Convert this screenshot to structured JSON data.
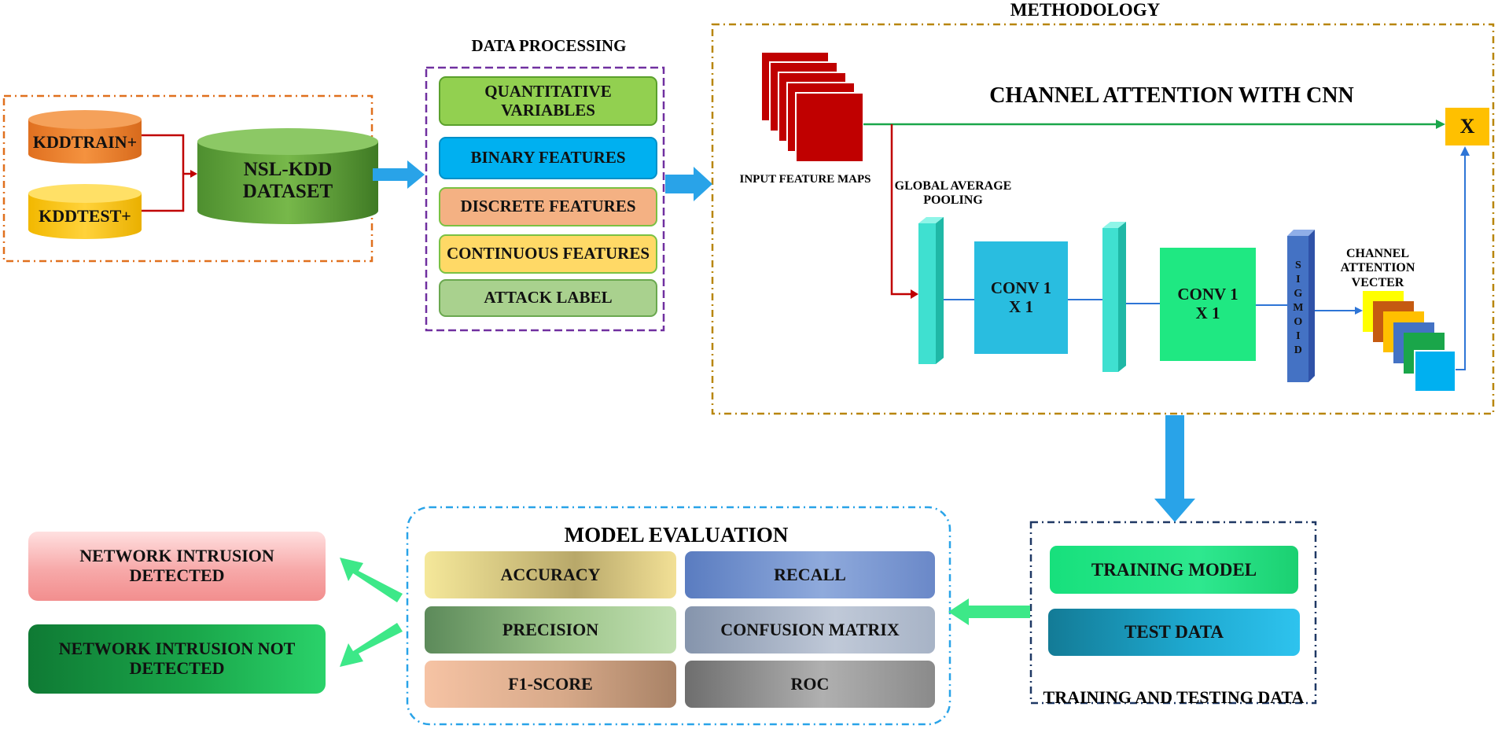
{
  "methodology_title": "METHODOLOGY",
  "dataset": {
    "train": "KDDTRAIN+",
    "test": "KDDTEST+",
    "nsl_kdd": "NSL-KDD DATASET"
  },
  "data_processing": {
    "title": "DATA PROCESSING",
    "items": [
      "QUANTITATIVE VARIABLES",
      "BINARY FEATURES",
      "DISCRETE FEATURES",
      "CONTINUOUS FEATURES",
      "ATTACK LABEL"
    ]
  },
  "attention": {
    "title": "CHANNEL ATTENTION WITH CNN",
    "input_maps": "INPUT FEATURE MAPS",
    "gap": "GLOBAL AVERAGE POOLING",
    "conv1": "CONV 1 X 1",
    "conv2": "CONV 1 X 1",
    "sigmoid": "SIGMOID",
    "vector": "CHANNEL ATTENTION VECTER",
    "multiply": "X"
  },
  "training": {
    "title": "TRAINING AND TESTING DATA",
    "model": "TRAINING MODEL",
    "test": "TEST DATA"
  },
  "evaluation": {
    "title": "MODEL EVALUATION",
    "metrics": [
      "ACCURACY",
      "RECALL",
      "PRECISION",
      "CONFUSION MATRIX",
      "F1-SCORE",
      "ROC"
    ]
  },
  "outcomes": {
    "detected": "NETWORK INTRUSION DETECTED",
    "not_detected": "NETWORK INTRUSION NOT DETECTED"
  },
  "colors": {
    "arrow_blue": "#29a3e8",
    "arrow_green": "#3de888",
    "red_line": "#c00000",
    "green_line": "#1aa64a"
  }
}
